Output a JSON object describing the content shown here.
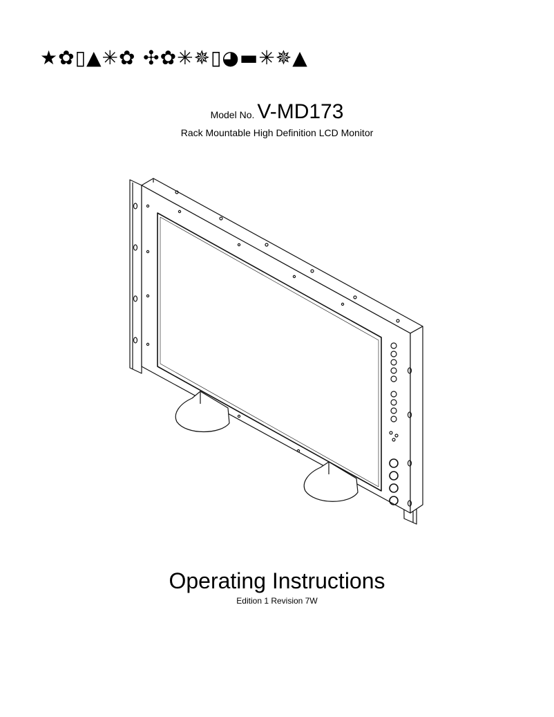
{
  "header": {
    "brand_logo_text": "★✿▯▲✳✿ ✣✿✳✵▯◕▬✳✵▲"
  },
  "cover": {
    "model_prefix": "Model No.",
    "model_number": "V-MD173",
    "subtitle": "Rack Mountable High Definition LCD Monitor",
    "title": "Operating Instructions",
    "edition": "Edition 1 Revision 7W"
  },
  "illustration": {
    "subject": "monitor-line-drawing-icon",
    "stroke_color": "#111111"
  }
}
